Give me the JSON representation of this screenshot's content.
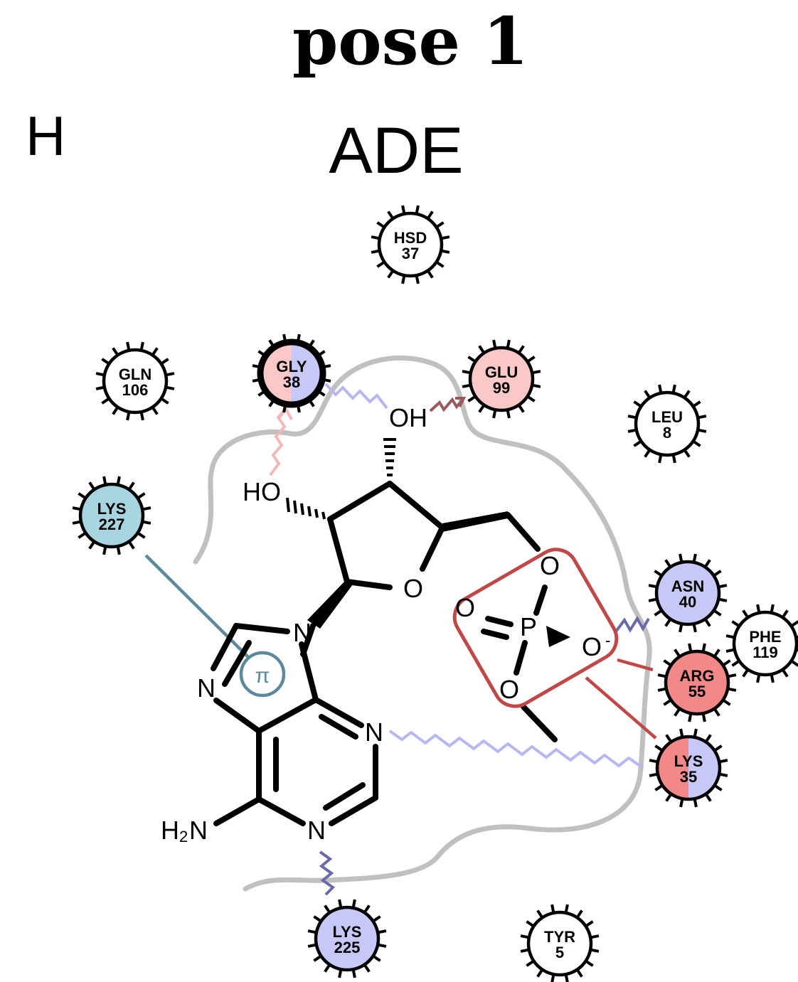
{
  "title": "pose 1",
  "corner_letter": "H",
  "ligand_name": "ADE",
  "colors": {
    "hbond_blue": "#b8b8f0",
    "hbond_dark": "#6a6aa8",
    "hbond_pink": "#f2b7b7",
    "hbond_brown": "#9a5a5a",
    "cation_pi": "#5c8a9a",
    "salt_bridge": "#c04848",
    "pocket": "#c0c0c0",
    "res_white": "#ffffff",
    "res_pink": "#fbc8c8",
    "res_red": "#f28888",
    "res_lavender": "#c8c8f8",
    "res_lightblue": "#a8d4e0"
  },
  "residues": [
    {
      "name": "HSD",
      "num": "37",
      "fill": "#ffffff"
    },
    {
      "name": "GLN",
      "num": "106",
      "fill": "#ffffff"
    },
    {
      "name": "GLY",
      "num": "38",
      "fill": "split-pink-lavender"
    },
    {
      "name": "GLU",
      "num": "99",
      "fill": "#fbc8c8"
    },
    {
      "name": "LEU",
      "num": "8",
      "fill": "#ffffff"
    },
    {
      "name": "LYS",
      "num": "227",
      "fill": "#a8d4e0"
    },
    {
      "name": "ASN",
      "num": "40",
      "fill": "#c8c8f8"
    },
    {
      "name": "PHE",
      "num": "119",
      "fill": "#ffffff"
    },
    {
      "name": "ARG",
      "num": "55",
      "fill": "#f28888"
    },
    {
      "name": "LYS",
      "num": "35",
      "fill": "split-red-lavender"
    },
    {
      "name": "LYS",
      "num": "225",
      "fill": "#c8c8f8"
    },
    {
      "name": "TYR",
      "num": "5",
      "fill": "#ffffff"
    }
  ],
  "atoms": {
    "oh_top": "OH",
    "ho_left": "HO",
    "ring_o": "O",
    "p": "P",
    "o_top": "O",
    "o_left": "O",
    "o_minus": "O",
    "minus": "-",
    "o_bottom": "O",
    "n9": "N",
    "n7": "N",
    "n1": "N",
    "n3": "N",
    "nh2_h": "H",
    "nh2_sub": "2",
    "nh2_n": "N",
    "pi": "π"
  }
}
